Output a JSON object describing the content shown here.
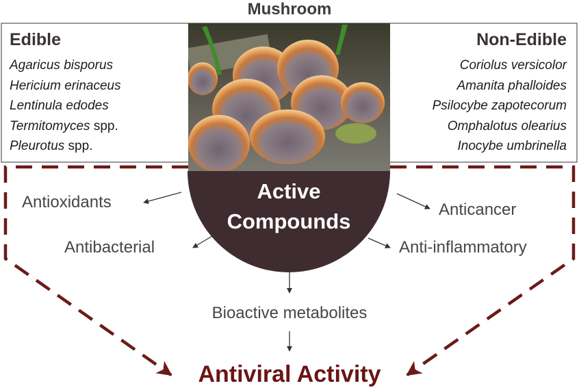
{
  "title": "Mushroom",
  "edible": {
    "heading": "Edible",
    "species": [
      {
        "name": "Agaricus bisporus",
        "suffix": ""
      },
      {
        "name": "Hericium erinaceus",
        "suffix": ""
      },
      {
        "name": "Lentinula edodes",
        "suffix": ""
      },
      {
        "name": "Termitomyces",
        "suffix": " spp."
      },
      {
        "name": "Pleurotus",
        "suffix": " spp."
      }
    ]
  },
  "non_edible": {
    "heading": "Non-Edible",
    "species": [
      "Coriolus versicolor",
      "Amanita phalloides",
      "Psilocybe zapotecorum",
      "Omphalotus olearius",
      "Inocybe umbrinella"
    ]
  },
  "center": {
    "line1": "Active",
    "line2": "Compounds"
  },
  "activities": {
    "antioxidants": "Antioxidants",
    "antibacterial": "Antibacterial",
    "anticancer": "Anticancer",
    "anti_inflammatory": "Anti-inflammatory",
    "bioactive": "Bioactive metabolites"
  },
  "result": "Antiviral Activity",
  "colors": {
    "dashed": "#6b1a1a",
    "semicircle": "#3f2c30",
    "text": "#4a4446"
  }
}
